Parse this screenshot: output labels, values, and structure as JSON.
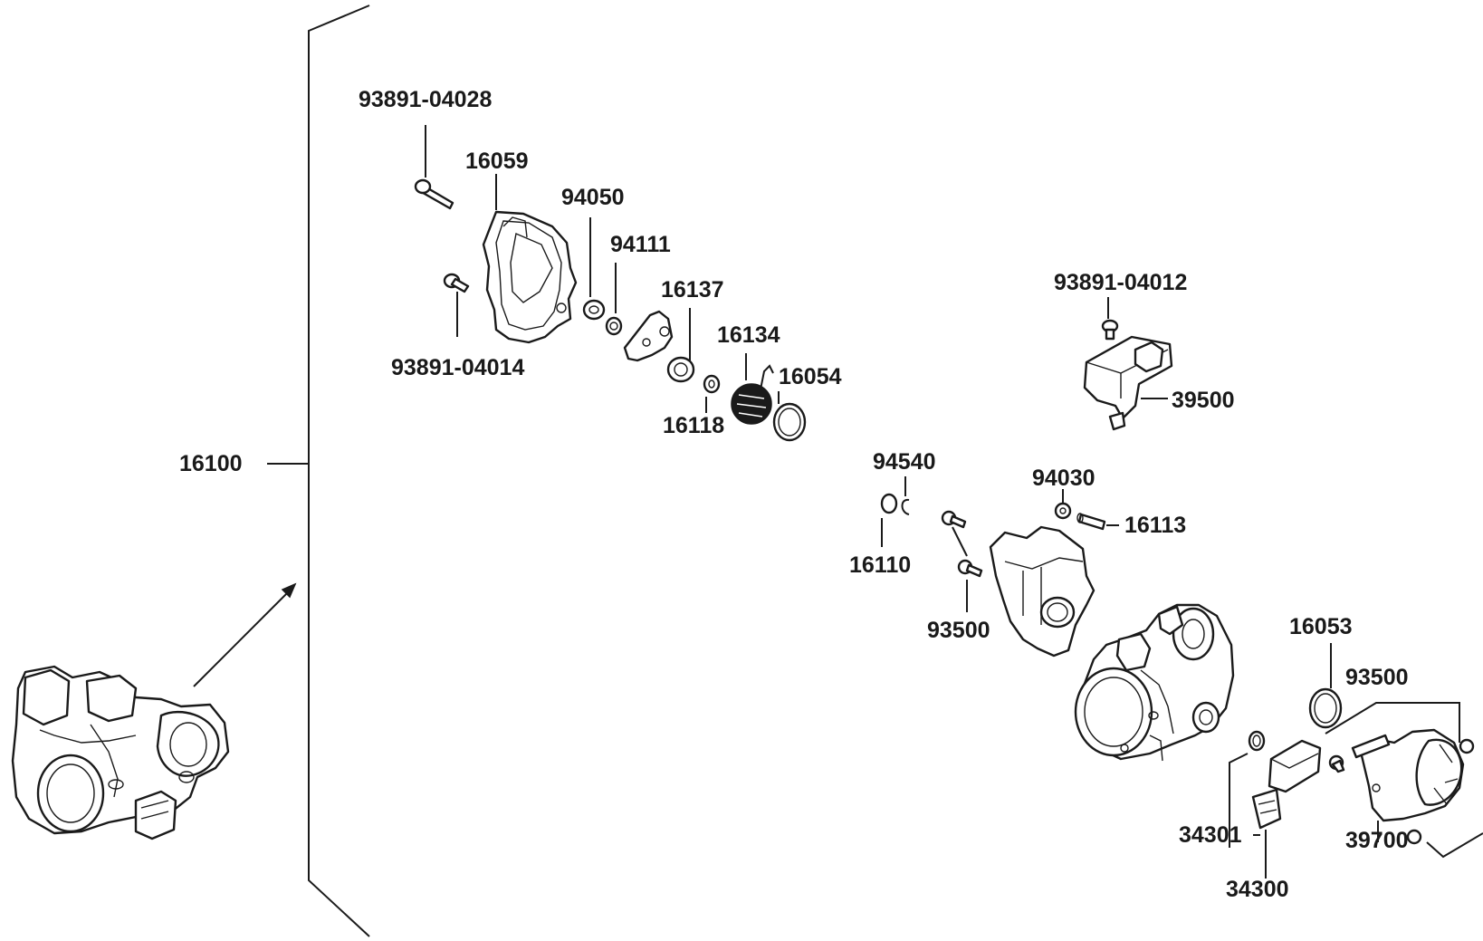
{
  "labels": {
    "l_93891_04028": "93891-04028",
    "l_16059": "16059",
    "l_94050": "94050",
    "l_94111": "94111",
    "l_16137": "16137",
    "l_16134": "16134",
    "l_16054": "16054",
    "l_16118": "16118",
    "l_93891_04014": "93891-04014",
    "l_16100": "16100",
    "l_93891_04012": "93891-04012",
    "l_39500": "39500",
    "l_94540": "94540",
    "l_94030": "94030",
    "l_16113": "16113",
    "l_16110": "16110",
    "l_93500_a": "93500",
    "l_16053": "16053",
    "l_93500_b": "93500",
    "l_34301": "34301",
    "l_34300": "34300",
    "l_39700": "39700"
  },
  "colors": {
    "line": "#1a1a1a",
    "background": "#ffffff"
  }
}
